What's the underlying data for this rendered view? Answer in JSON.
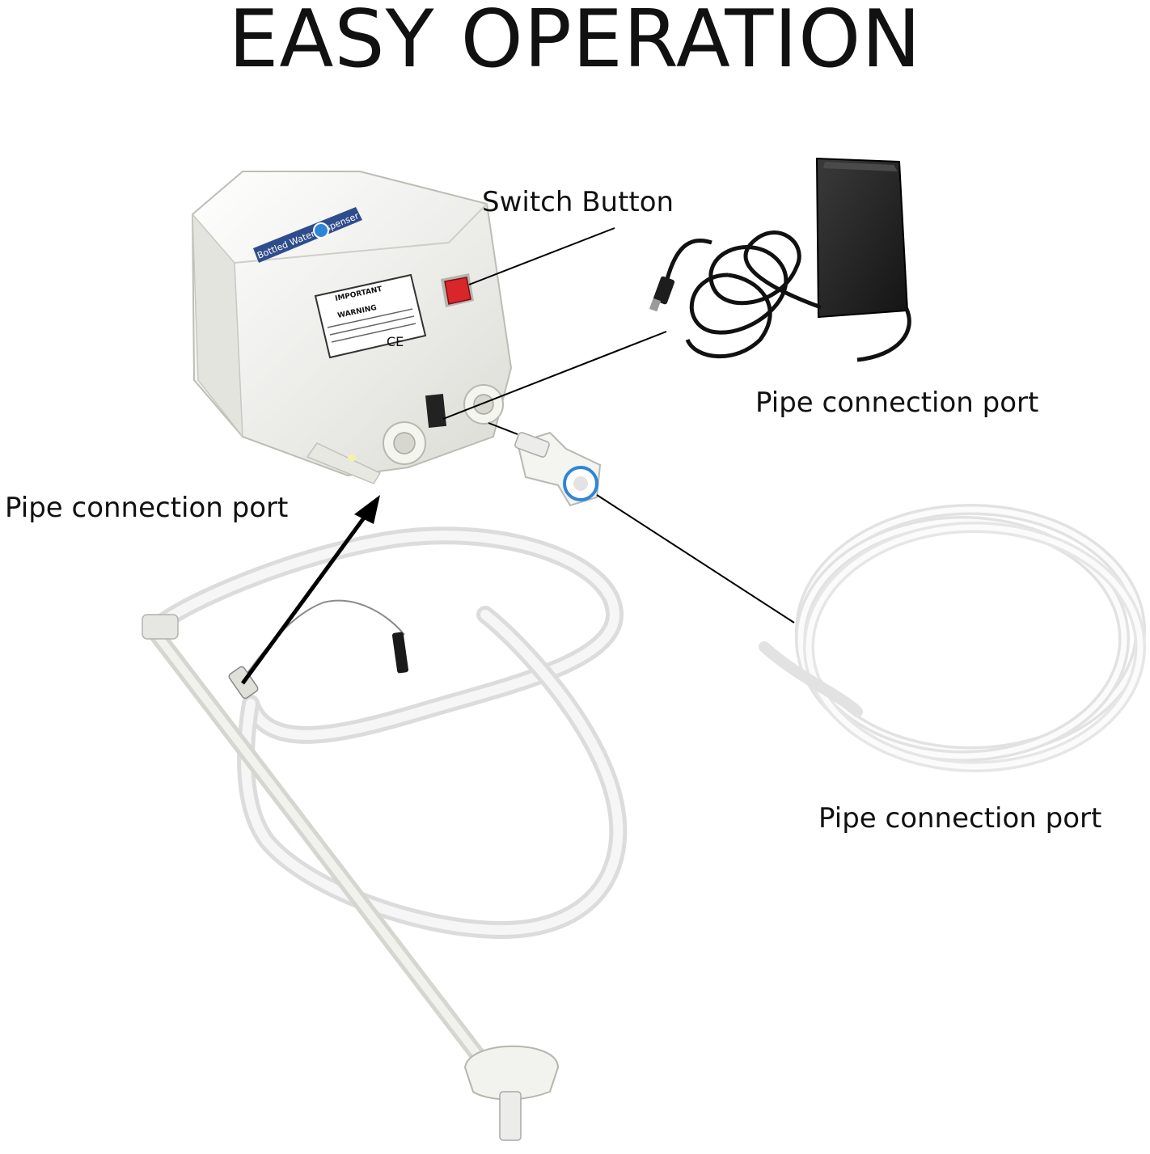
{
  "title": "EASY OPERATION",
  "labels": {
    "switch_button": "Switch Button",
    "pipe_port_adapter": "Pipe connection port",
    "pipe_port_pump": "Pipe connection port",
    "pipe_port_tube": "Pipe connection port"
  },
  "device": {
    "brand_label": "Bottled Water Dispenser",
    "notice_heading": "IMPORTANT",
    "warning": "WARNING",
    "ce_mark": "CE"
  },
  "colors": {
    "switch": "#d8262b",
    "adapter": "#1c1c1c",
    "fitting_ring": "#2d86d6",
    "device_body": "#f2f2ee",
    "tube": "#eaeaea"
  }
}
